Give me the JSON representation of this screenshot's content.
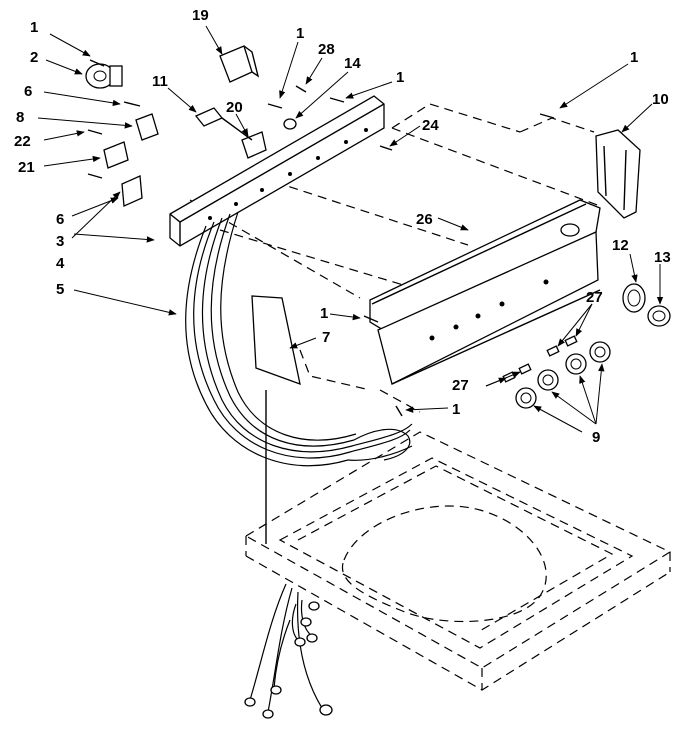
{
  "labels": {
    "l1": "1",
    "l2": "2",
    "l3": "3",
    "l4": "4",
    "l5": "5",
    "l6": "6",
    "l7": "7",
    "l8": "8",
    "l9": "9",
    "l10": "10",
    "l11": "11",
    "l12": "12",
    "l13": "13",
    "l14": "14",
    "l19": "19",
    "l20": "20",
    "l21": "21",
    "l22": "22",
    "l24": "24",
    "l26": "26",
    "l27": "27",
    "l28": "28"
  }
}
